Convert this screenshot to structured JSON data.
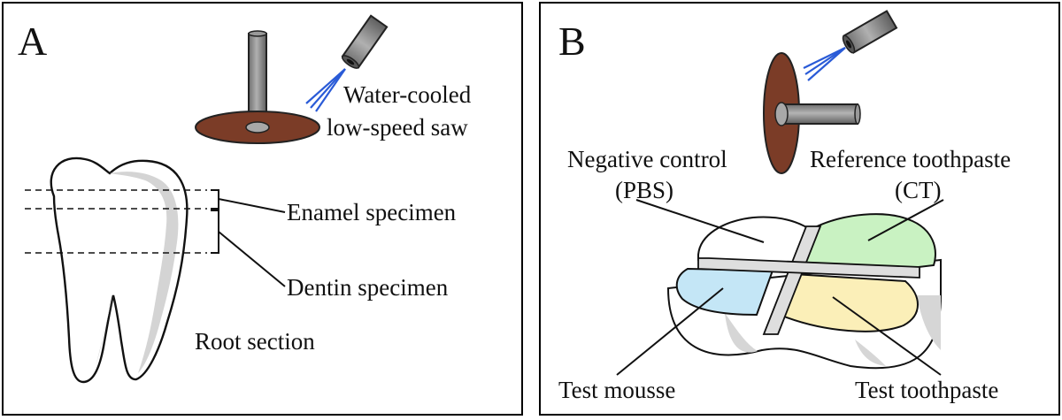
{
  "panel_a": {
    "letter": "A",
    "saw_label_line1": "Water-cooled",
    "saw_label_line2": "low-speed saw",
    "enamel_label": "Enamel specimen",
    "dentin_label": "Dentin specimen",
    "root_label": "Root section"
  },
  "panel_b": {
    "letter": "B",
    "negative_line1": "Negative control",
    "negative_line2": "(PBS)",
    "reference_line1": "Reference toothpaste",
    "reference_line2": "(CT)",
    "mousse_label": "Test mousse",
    "toothpaste_label": "Test toothpaste"
  },
  "colors": {
    "disc": "#7b3c27",
    "spray": "#2a5bd7",
    "metal": "#8a8a8a",
    "green": "#c9f2c2",
    "blue": "#c4e6f6",
    "yellow": "#fbefb8"
  }
}
